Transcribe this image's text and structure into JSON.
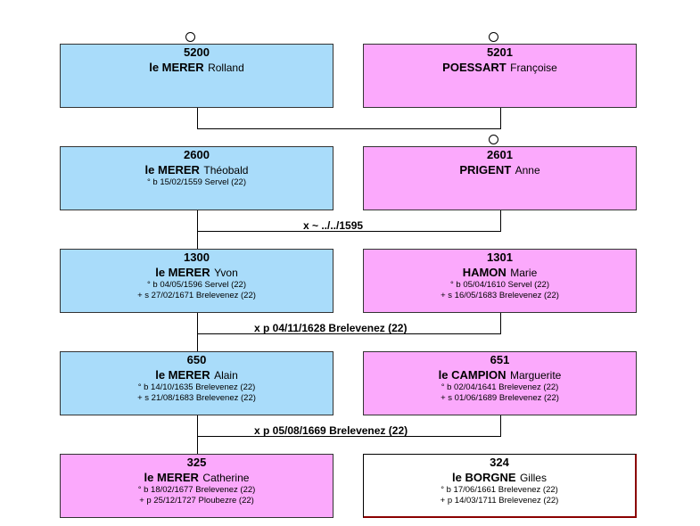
{
  "persons": [
    {
      "num": "5200",
      "surname": "le MERER",
      "given": "Rolland",
      "events": []
    },
    {
      "num": "5201",
      "surname": "POESSART",
      "given": "Françoise",
      "events": []
    },
    {
      "num": "2600",
      "surname": "le MERER",
      "given": "Théobald",
      "events": [
        "° b 15/02/1559 Servel (22)"
      ]
    },
    {
      "num": "2601",
      "surname": "PRIGENT",
      "given": "Anne",
      "events": []
    },
    {
      "num": "1300",
      "surname": "le MERER",
      "given": "Yvon",
      "events": [
        "° b 04/05/1596 Servel (22)",
        "+ s 27/02/1671 Brelevenez (22)"
      ]
    },
    {
      "num": "1301",
      "surname": "HAMON",
      "given": "Marie",
      "events": [
        "° b 05/04/1610 Servel (22)",
        "+ s 16/05/1683 Brelevenez (22)"
      ]
    },
    {
      "num": "650",
      "surname": "le MERER",
      "given": "Alain",
      "events": [
        "° b 14/10/1635 Brelevenez (22)",
        "+ s 21/08/1683 Brelevenez (22)"
      ]
    },
    {
      "num": "651",
      "surname": "le CAMPION",
      "given": "Marguerite",
      "events": [
        "° b 02/04/1641 Brelevenez (22)",
        "+ s 01/06/1689 Brelevenez (22)"
      ]
    },
    {
      "num": "325",
      "surname": "le MERER",
      "given": "Catherine",
      "events": [
        "° b 18/02/1677 Brelevenez (22)",
        "+ p 25/12/1727 Ploubezre (22)"
      ]
    },
    {
      "num": "324",
      "surname": "le BORGNE",
      "given": "Gilles",
      "events": [
        "° b 17/06/1661 Brelevenez (22)",
        "+ p 14/03/1711 Brelevenez (22)"
      ]
    }
  ],
  "marriages": [
    "x ~ ../../1595",
    "x p 04/11/1628 Brelevenez (22)",
    "x p 05/08/1669 Brelevenez (22)"
  ],
  "colors": {
    "male": "#a9dcfa",
    "female": "#fba9fc",
    "unrelated": "#ffffff"
  }
}
